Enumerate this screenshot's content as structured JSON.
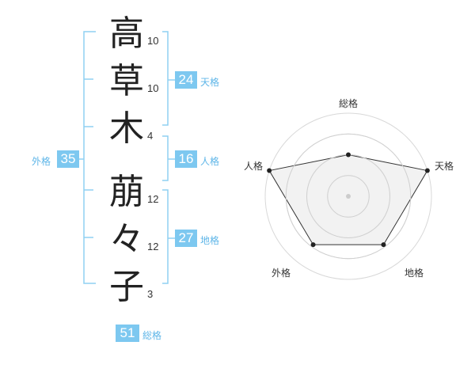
{
  "name": {
    "characters": [
      {
        "char": "高",
        "strokes": "10"
      },
      {
        "char": "草",
        "strokes": "10"
      },
      {
        "char": "木",
        "strokes": "4"
      },
      {
        "char": "萠",
        "strokes": "12"
      },
      {
        "char": "々",
        "strokes": "12"
      },
      {
        "char": "子",
        "strokes": "3"
      }
    ]
  },
  "fortunes": {
    "tenkaku": {
      "value": "24",
      "label": "天格"
    },
    "jinkaku": {
      "value": "16",
      "label": "人格"
    },
    "chikaku": {
      "value": "27",
      "label": "地格"
    },
    "gaikaku": {
      "value": "35",
      "label": "外格"
    },
    "soukaku": {
      "value": "51",
      "label": "総格"
    }
  },
  "chart_data": {
    "type": "radar",
    "axes": [
      "総格",
      "天格",
      "地格",
      "外格",
      "人格"
    ],
    "values": [
      0.5,
      1.0,
      0.72,
      0.72,
      1.0
    ],
    "rings": 4,
    "grid": true
  },
  "colors": {
    "accent": "#7dc8f0",
    "label_blue": "#5fb6e8",
    "bracket": "#8fd0f2",
    "fill": "#eeeeee"
  }
}
